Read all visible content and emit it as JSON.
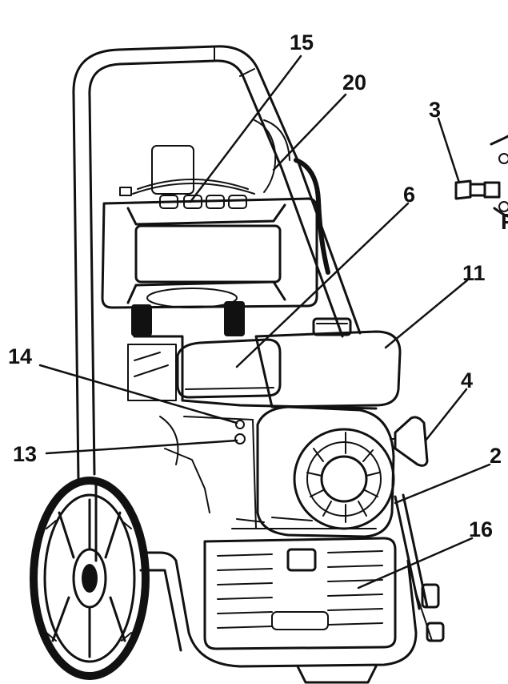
{
  "callouts": [
    {
      "id": "15",
      "text": "15"
    },
    {
      "id": "20",
      "text": "20"
    },
    {
      "id": "3",
      "text": "3"
    },
    {
      "id": "6",
      "text": "6"
    },
    {
      "id": "11",
      "text": "11"
    },
    {
      "id": "14",
      "text": "14"
    },
    {
      "id": "4",
      "text": "4"
    },
    {
      "id": "2",
      "text": "2"
    },
    {
      "id": "13",
      "text": "13"
    },
    {
      "id": "16",
      "text": "16"
    }
  ],
  "cropped_edge_text": "P"
}
